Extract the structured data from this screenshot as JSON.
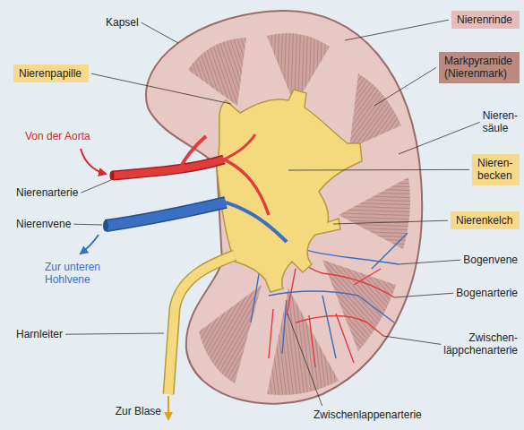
{
  "diagram": {
    "nodes": [
      {
        "text": [
          "Nierenrinde"
        ]
      },
      {
        "text": [
          "Nierenpapille"
        ]
      },
      {
        "text": [
          "Markpyramide (Nierenmark)"
        ]
      },
      {
        "text": [
          "Nieren- becken"
        ]
      },
      {
        "text": [
          "Nierenkelch"
        ]
      }
    ],
    "labels": [
      "Kapsel",
      "Von der Aorta",
      "Nierenarterie",
      "Nierenvene",
      "Zur unteren Hohlvene",
      "Harnleiter",
      "Zur Blase",
      "Nieren- säule",
      "Bogenvene",
      "Bogenarterie",
      "Zwischen- läppchenarterie",
      "Zwischenlappenarterie"
    ]
  }
}
